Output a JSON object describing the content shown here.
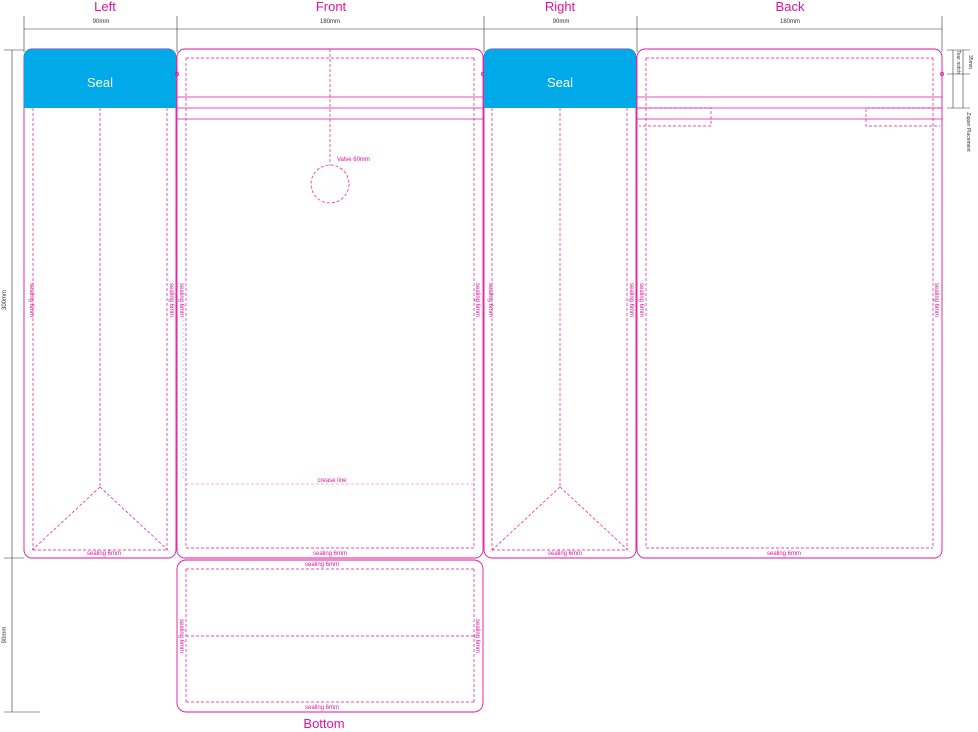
{
  "panels": {
    "left": {
      "title": "Left",
      "width": "90mm",
      "seal_label": "Seal"
    },
    "front": {
      "title": "Front",
      "width": "180mm",
      "valve_label": "Valve 60mm",
      "crease_label": "crease line"
    },
    "right": {
      "title": "Right",
      "width": "90mm",
      "seal_label": "Seal"
    },
    "back": {
      "title": "Back",
      "width": "180mm"
    },
    "bottom": {
      "title": "Bottom",
      "height": "90mm"
    }
  },
  "dimensions": {
    "main_height": "300mm",
    "top_margin": "35mm",
    "tear_notch": "Tear notch",
    "zipper": "Zipper Placement"
  },
  "sealing_label": "sealing 6mm",
  "colors": {
    "magenta": "#e0139e",
    "seal_blue": "#00a9e8",
    "dimension": "#333333"
  }
}
